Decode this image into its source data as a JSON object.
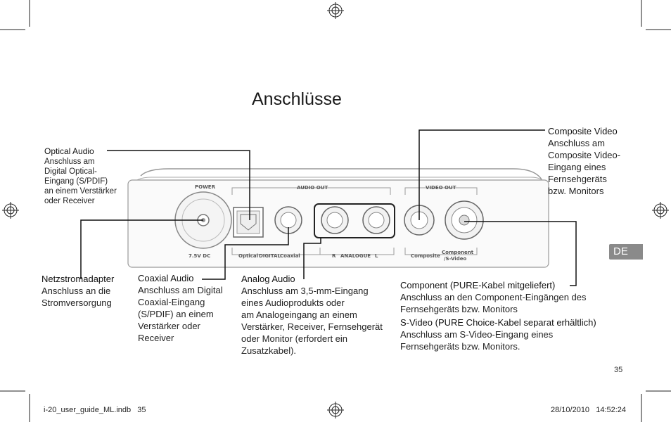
{
  "page": {
    "title": "Anschlüsse",
    "language_tab": "DE",
    "page_number": "35",
    "footer_left": "i-20_user_guide_ML.indb   35",
    "footer_right": "28/10/2010   14:52:24"
  },
  "device_panel": {
    "power": "POWER",
    "audio_out": "AUDIO OUT",
    "video_out": "VIDEO OUT",
    "dc": "7.5V DC",
    "optical": "Optical",
    "digital": "DIGITAL",
    "coaxial": "Coaxial",
    "r": "R",
    "analogue": "ANALOGUE",
    "l": "L",
    "composite": "Composite",
    "component_1": "Component",
    "component_2": "/S-Video"
  },
  "labels": {
    "optical": {
      "title": "Optical Audio",
      "lines": [
        "Anschluss am",
        "Digital Optical-",
        "Eingang (S/PDIF)",
        "an einem Verstärker",
        "oder Receiver"
      ]
    },
    "power": {
      "title": "Netzstromadapter",
      "lines": [
        "Anschluss an die",
        "Stromversorgung"
      ]
    },
    "coaxial": {
      "title": "Coaxial Audio",
      "lines": [
        "Anschluss am Digital",
        "Coaxial-Eingang",
        "(S/PDIF) an einem",
        "Verstärker oder",
        "Receiver"
      ]
    },
    "analog": {
      "title": "Analog Audio",
      "lines": [
        "Anschluss am 3,5-mm-Eingang",
        "eines Audioprodukts oder",
        "am Analogeingang an einem",
        "Verstärker, Receiver, Fernsehgerät",
        "oder Monitor (erfordert ein",
        "Zusatzkabel)."
      ]
    },
    "composite": {
      "title": "Composite Video",
      "lines": [
        "Anschluss am",
        "Composite Video-",
        "Eingang eines",
        "Fernsehgeräts",
        "bzw. Monitors"
      ]
    },
    "component": {
      "title": "Component (PURE-Kabel mitgeliefert)",
      "lines": [
        "Anschluss an den Component-Eingängen des",
        "Fernsehgeräts bzw. Monitors"
      ]
    },
    "svideo": {
      "title": "S-Video (PURE Choice-Kabel separat erhältlich)",
      "lines": [
        "Anschluss am S-Video-Eingang eines",
        "Fernsehgeräts bzw. Monitors."
      ]
    }
  }
}
